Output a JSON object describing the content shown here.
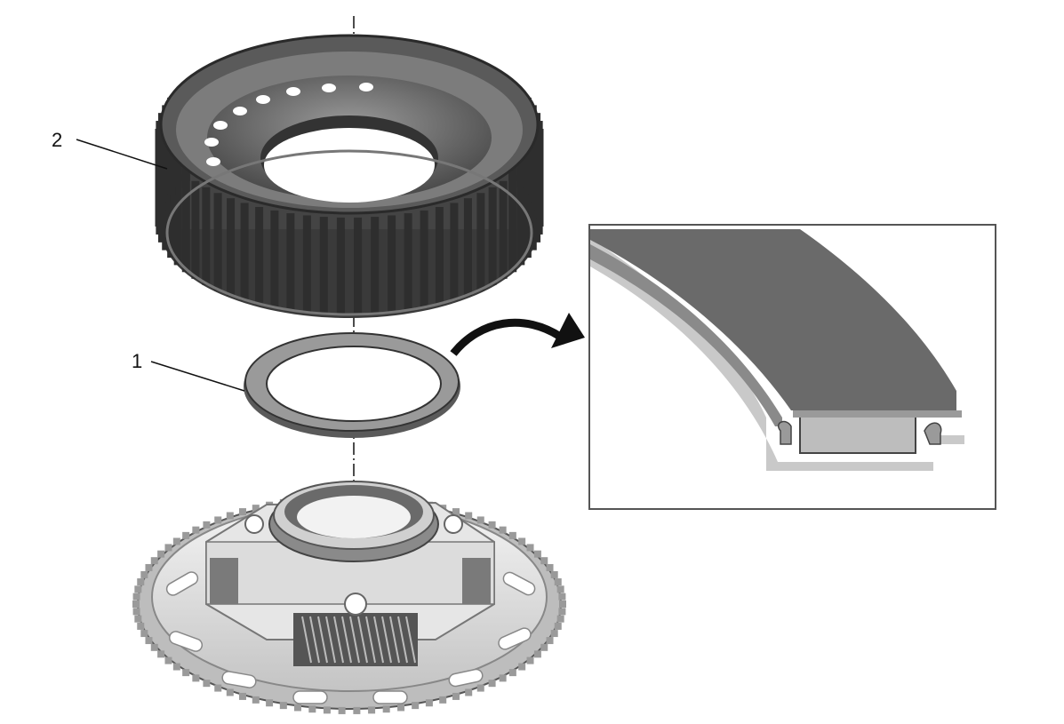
{
  "callouts": [
    {
      "id": "1",
      "label": "1"
    },
    {
      "id": "2",
      "label": "2"
    }
  ],
  "colors": {
    "drum_dark": "#3a3a3a",
    "drum_mid": "#6b6b6b",
    "drum_face": "#8e8e8e",
    "plate_light": "#e8e8e8",
    "plate_edge": "#a8a8a8",
    "detail_frame": "#555555"
  },
  "icons": [
    "curved-arrow-icon",
    "centerline-axis"
  ]
}
